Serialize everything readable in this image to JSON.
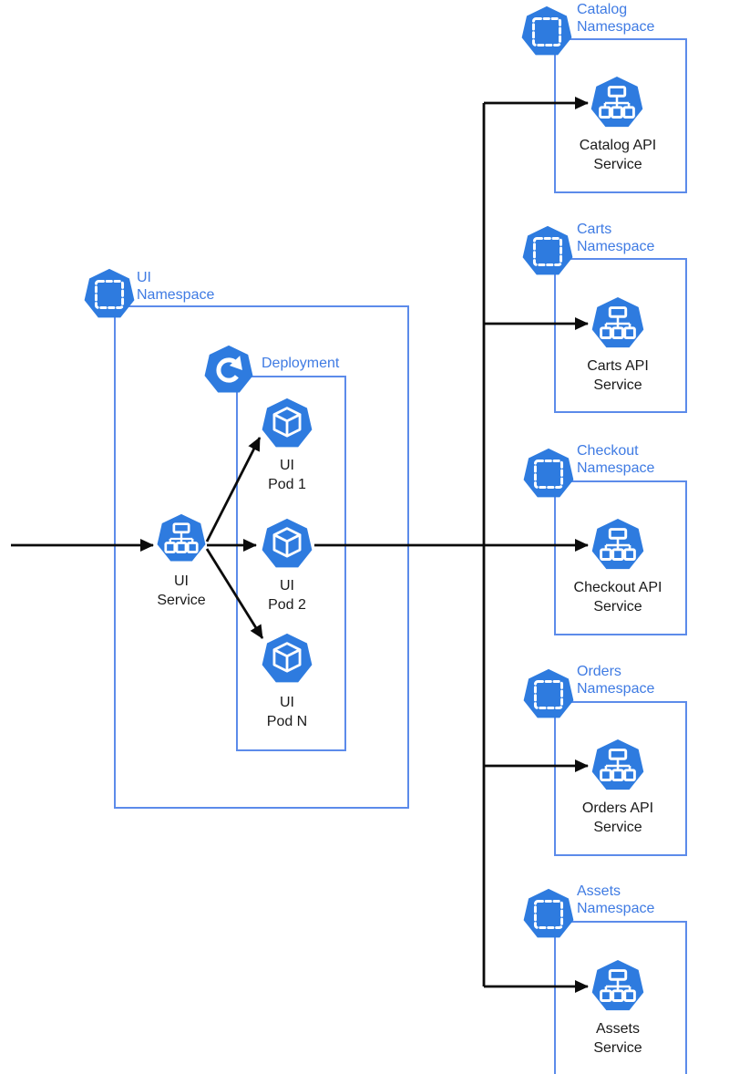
{
  "colors": {
    "icon_blue": "#2E7BDF",
    "outline_blue": "#5C8BEA",
    "label_blue": "#3F7BE3",
    "node_text": "#1A1A1A",
    "arrow_black": "#0B0B0B",
    "background": "#FFFFFF"
  },
  "icon_legend": {
    "namespace_icon": "blue heptagon with white dashed square (Kubernetes namespace)",
    "deployment_icon": "blue heptagon with white circular rotate arrow (Kubernetes deployment)",
    "pod_icon": "blue heptagon with white cube outline (Kubernetes pod)",
    "service_icon": "blue heptagon with white service tree glyph (Kubernetes service)"
  },
  "ui_group": {
    "namespace_label": [
      "UI",
      "Namespace"
    ],
    "deployment_label": "Deployment",
    "service_label": [
      "UI",
      "Service"
    ],
    "pod_labels": [
      [
        "UI",
        "Pod 1"
      ],
      [
        "UI",
        "Pod 2"
      ],
      [
        "UI",
        "Pod N"
      ]
    ]
  },
  "namespaces": [
    {
      "label": [
        "Catalog",
        "Namespace"
      ],
      "service_label": [
        "Catalog API",
        "Service"
      ]
    },
    {
      "label": [
        "Carts",
        "Namespace"
      ],
      "service_label": [
        "Carts API",
        "Service"
      ]
    },
    {
      "label": [
        "Checkout",
        "Namespace"
      ],
      "service_label": [
        "Checkout API",
        "Service"
      ]
    },
    {
      "label": [
        "Orders",
        "Namespace"
      ],
      "service_label": [
        "Orders API",
        "Service"
      ]
    },
    {
      "label": [
        "Assets",
        "Namespace"
      ],
      "service_label": [
        "Assets",
        "Service"
      ]
    }
  ]
}
